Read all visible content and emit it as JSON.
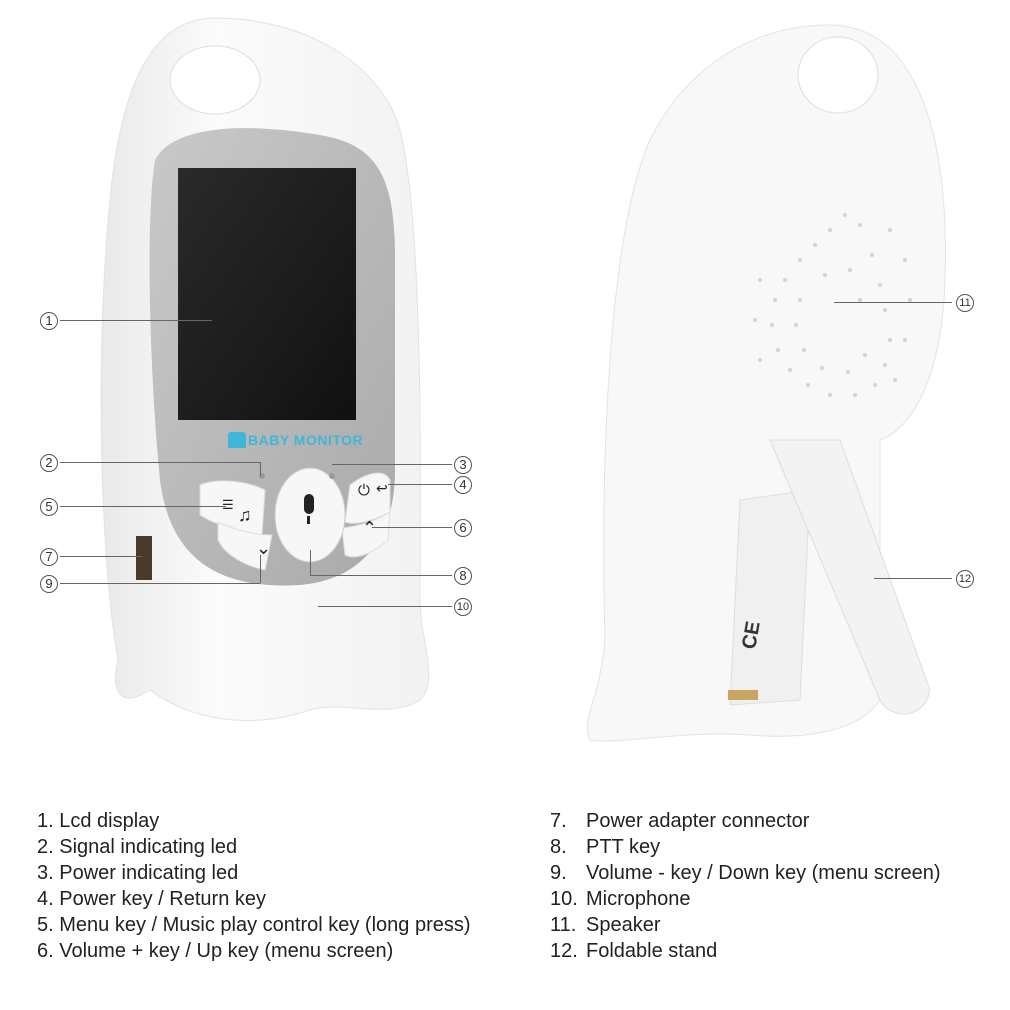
{
  "product": {
    "logo_text": "BABY MONITOR",
    "accent_color": "#3fb6d8"
  },
  "callouts": [
    {
      "id": "1",
      "symbol": "①"
    },
    {
      "id": "2",
      "symbol": "②"
    },
    {
      "id": "3",
      "symbol": "③"
    },
    {
      "id": "4",
      "symbol": "④"
    },
    {
      "id": "5",
      "symbol": "⑤"
    },
    {
      "id": "6",
      "symbol": "⑥"
    },
    {
      "id": "7",
      "symbol": "⑦"
    },
    {
      "id": "8",
      "symbol": "⑧"
    },
    {
      "id": "9",
      "symbol": "⑨"
    },
    {
      "id": "10",
      "symbol": "⑩"
    },
    {
      "id": "11",
      "symbol": "⑪"
    },
    {
      "id": "12",
      "symbol": "⑫"
    }
  ],
  "legend": {
    "left": [
      {
        "num": "1.",
        "text": "Lcd display"
      },
      {
        "num": "2.",
        "text": "Signal indicating led"
      },
      {
        "num": "3.",
        "text": "Power indicating led"
      },
      {
        "num": "4.",
        "text": "Power key / Return key"
      },
      {
        "num": "5.",
        "text": "Menu key / Music play control key (long press)"
      },
      {
        "num": "6.",
        "text": "Volume + key / Up key (menu screen)"
      }
    ],
    "right": [
      {
        "num": "7.",
        "text": "Power adapter connector"
      },
      {
        "num": "8.",
        "text": "PTT key"
      },
      {
        "num": "9.",
        "text": "Volume - key / Down key (menu screen)"
      },
      {
        "num": "10.",
        "text": "Microphone"
      },
      {
        "num": "11.",
        "text": "Speaker"
      },
      {
        "num": "12.",
        "text": "Foldable stand"
      }
    ]
  },
  "icons": {
    "menu": "☰",
    "music": "♫",
    "power": "⏻",
    "return": "↩",
    "up": "⌃",
    "down": "⌄",
    "mic": "🎙"
  }
}
